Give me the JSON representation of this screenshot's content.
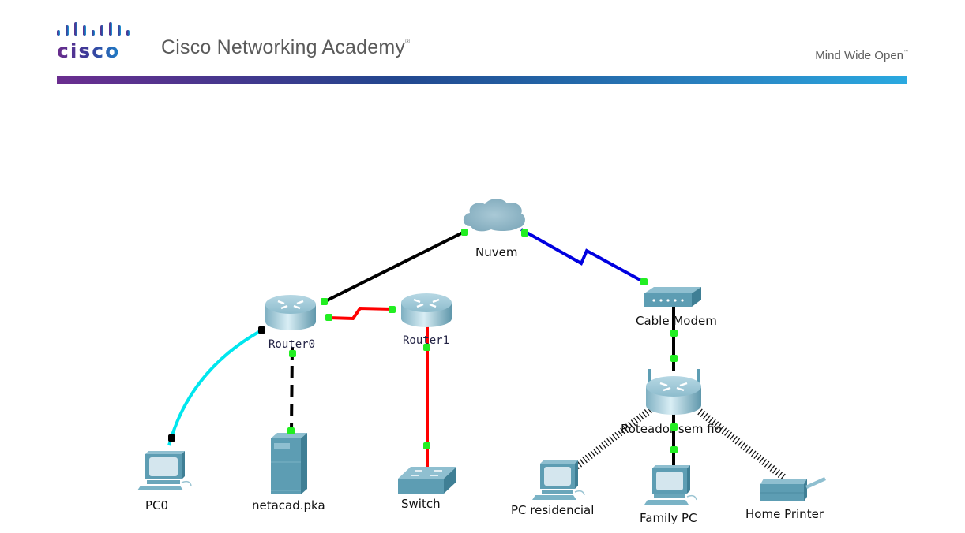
{
  "header": {
    "logo_text": "cisco",
    "brand_title": "Cisco Networking Academy",
    "brand_mark": "®",
    "tagline": "Mind Wide Open",
    "tagline_mark": "™"
  },
  "colors": {
    "link_straight": "#000000",
    "link_serial_dce": "#ff0000",
    "link_coax": "#0000e0",
    "link_console": "#00e6ee",
    "port_up": "#22ee22",
    "port_down": "#000000",
    "device_fill": "#5d9db3",
    "bar_start": "#6a2d8f",
    "bar_end": "#2aa9e0"
  },
  "devices": [
    {
      "id": "cloud",
      "type": "cloud",
      "label": "Nuvem"
    },
    {
      "id": "router0",
      "type": "router",
      "label": "Router0"
    },
    {
      "id": "router1",
      "type": "router",
      "label": "Router1"
    },
    {
      "id": "cable-modem",
      "type": "modem",
      "label": "Cable Modem"
    },
    {
      "id": "wireless-router",
      "type": "wireless-router",
      "label": "Roteador sem fio"
    },
    {
      "id": "pc0",
      "type": "pc",
      "label": "PC0"
    },
    {
      "id": "server",
      "type": "server",
      "label": "netacad.pka"
    },
    {
      "id": "switch",
      "type": "switch",
      "label": "Switch"
    },
    {
      "id": "pc-residencial",
      "type": "pc",
      "label": "PC residencial"
    },
    {
      "id": "family-pc",
      "type": "pc",
      "label": "Family PC"
    },
    {
      "id": "home-printer",
      "type": "printer",
      "label": "Home Printer"
    }
  ],
  "links": [
    {
      "from": "router0",
      "to": "cloud",
      "type": "copper-straight"
    },
    {
      "from": "cloud",
      "to": "cable-modem",
      "type": "coaxial"
    },
    {
      "from": "router0",
      "to": "router1",
      "type": "serial-dce"
    },
    {
      "from": "router0",
      "to": "pc0",
      "type": "console"
    },
    {
      "from": "router0",
      "to": "server",
      "type": "copper-cross"
    },
    {
      "from": "router1",
      "to": "switch",
      "type": "copper-straight-red"
    },
    {
      "from": "cable-modem",
      "to": "wireless-router",
      "type": "copper-straight"
    },
    {
      "from": "wireless-router",
      "to": "family-pc",
      "type": "copper-straight"
    },
    {
      "from": "wireless-router",
      "to": "pc-residencial",
      "type": "wireless"
    },
    {
      "from": "wireless-router",
      "to": "home-printer",
      "type": "wireless"
    }
  ]
}
